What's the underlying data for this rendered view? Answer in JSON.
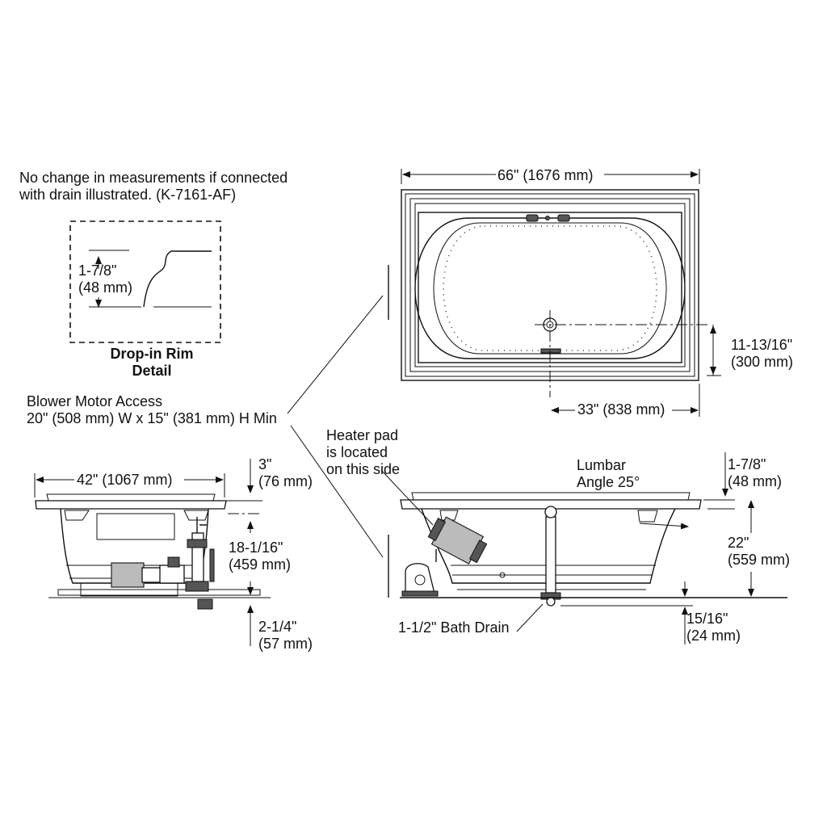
{
  "notes": {
    "drain_note_line1": "No change in measurements if connected",
    "drain_note_line2": "with drain illustrated. (K-7161-AF)",
    "rim_detail_line1": "Drop-in Rim",
    "rim_detail_line2": "Detail",
    "rim_height_in": "1-7/8\"",
    "rim_height_mm": "(48 mm)",
    "blower_access_line1": "Blower Motor Access",
    "blower_access_line2": "20\" (508 mm) W x 15\" (381 mm) H Min",
    "heater_line1": "Heater pad",
    "heater_line2": "is located",
    "heater_line3": "on this side",
    "lumbar_line1": "Lumbar",
    "lumbar_line2": "Angle 25°",
    "bath_drain": "1-1/2\" Bath Drain"
  },
  "top_view": {
    "length": "66\" (1676 mm)",
    "drain_offset": "33\" (838 mm)",
    "drain_from_edge_in": "11-13/16\"",
    "drain_from_edge_mm": "(300 mm)"
  },
  "end_view": {
    "width": "42\" (1067 mm)",
    "rim_in": "3\"",
    "rim_mm": "(76 mm)",
    "depth_in": "18-1/16\"",
    "depth_mm": "(459 mm)",
    "base_in": "2-1/4\"",
    "base_mm": "(57 mm)"
  },
  "side_view": {
    "rim_in": "1-7/8\"",
    "rim_mm": "(48 mm)",
    "height_in": "22\"",
    "height_mm": "(559 mm)",
    "drain_in": "15/16\"",
    "drain_mm": "(24 mm)"
  }
}
